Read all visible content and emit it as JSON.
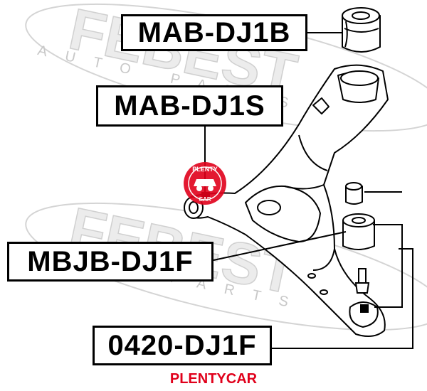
{
  "watermark": {
    "brand": "FEBEST",
    "tagline": "AUTO PARTS",
    "color": "#e0e0e0"
  },
  "parts": [
    {
      "code": "MAB-DJ1B",
      "type": "bushing"
    },
    {
      "code": "MAB-DJ1S",
      "type": "bushing"
    },
    {
      "code": "MBJB-DJ1F",
      "type": "bushing"
    },
    {
      "code": "0420-DJ1F",
      "type": "ball joint"
    }
  ],
  "stamp": {
    "top_text": "PLENTY",
    "bottom_text": "CAR",
    "color": "#e0001b"
  },
  "footer": {
    "text": "PLENTYCAR",
    "color": "#e0001b"
  }
}
